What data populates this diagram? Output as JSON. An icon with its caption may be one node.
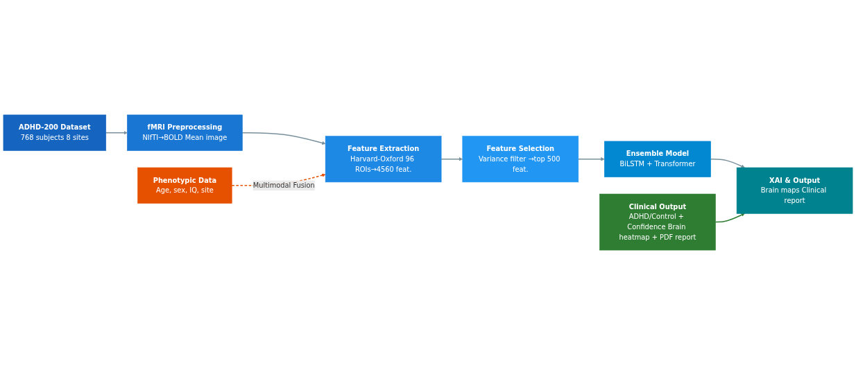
{
  "diagram": {
    "nodes": [
      {
        "text": [
          "ADHD-200 Dataset",
          "768 subjects 8 sites"
        ]
      },
      {
        "text": [
          "fMRI Preprocessing",
          "NIfTI→BOLD Mean image"
        ]
      },
      {
        "text": [
          "Feature Extraction",
          "Harvard-Oxford 96 ROIs→4560 feat."
        ]
      },
      {
        "text": [
          "Feature Selection",
          "Variance filter →top 500 feat."
        ]
      },
      {
        "text": [
          "Ensemble Model",
          "BiLSTM + Transformer"
        ]
      },
      {
        "text": [
          "XAI & Output",
          "Brain maps Clinical report"
        ]
      },
      {
        "text": [
          "Phenotypic Data",
          "Age, sex, IQ, site"
        ]
      },
      {
        "text": [
          "Clinical Output",
          "ADHD/Control + Confidence Brain heatmap + PDF report"
        ]
      }
    ],
    "edges": [
      {
        "from": 0,
        "to": 1,
        "arrow": "to"
      },
      {
        "from": 1,
        "to": 2,
        "arrow": "to"
      },
      {
        "from": 2,
        "to": 3,
        "arrow": "to"
      },
      {
        "from": 3,
        "to": 4,
        "arrow": "to"
      },
      {
        "from": 4,
        "to": 5,
        "arrow": "to"
      },
      {
        "from": 6,
        "to": 2,
        "arrow": "to",
        "label": "Multimodal Fusion",
        "style": "dashed",
        "color": "#e65100"
      },
      {
        "from": 7,
        "to": 5,
        "arrow": "to",
        "color": "#2e7d32"
      }
    ]
  }
}
